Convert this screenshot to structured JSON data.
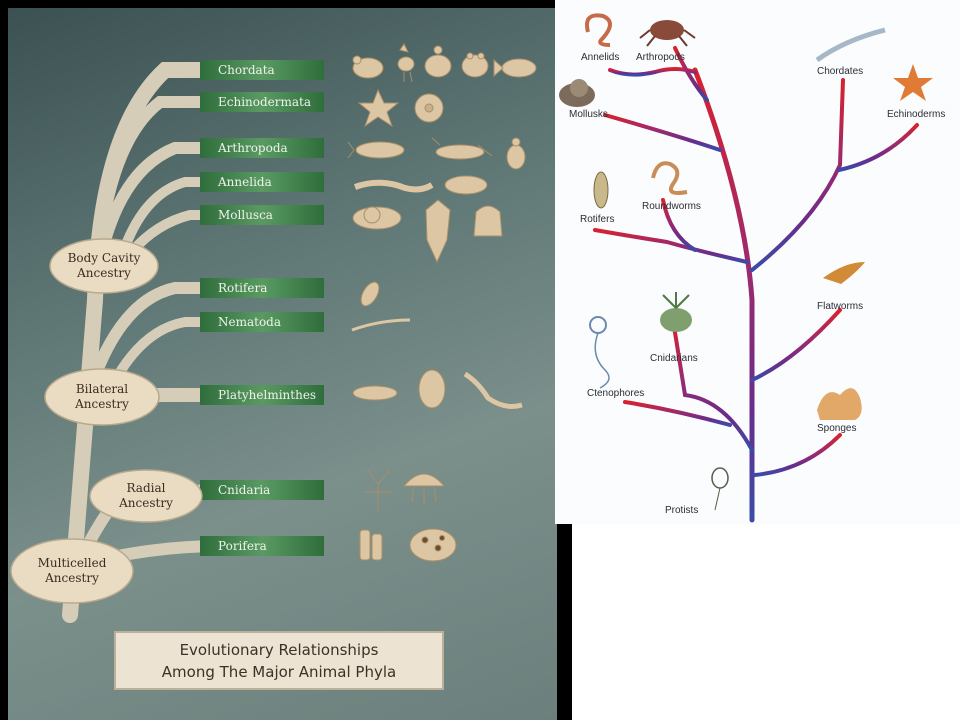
{
  "left": {
    "phyla": [
      "Chordata",
      "Echinodermata",
      "Arthropoda",
      "Annelida",
      "Mollusca",
      "Rotifera",
      "Nematoda",
      "Platyhelminthes",
      "Cnidaria",
      "Porifera"
    ],
    "ancestries": [
      {
        "line1": "Body Cavity",
        "line2": "Ancestry"
      },
      {
        "line1": "Bilateral",
        "line2": "Ancestry"
      },
      {
        "line1": "Radial",
        "line2": "Ancestry"
      },
      {
        "line1": "Multicelled",
        "line2": "Ancestry"
      }
    ],
    "plaque": {
      "line1": "Evolutionary Relationships",
      "line2": "Among The Major Animal Phyla"
    }
  },
  "right": {
    "labels": [
      "Annelids",
      "Arthropods",
      "Chordates",
      "Mollusks",
      "Echinoderms",
      "Rotifers",
      "Roundworms",
      "Flatworms",
      "Cnidarians",
      "Ctenophores",
      "Sponges",
      "Protists"
    ]
  },
  "colors": {
    "branch": "#d6cdb9",
    "label_band": "#4f8c58",
    "oval": "#e9dcc3",
    "tree_top": "#d8222e",
    "tree_mid": "#8e2a7a",
    "tree_base": "#3a4ca8"
  }
}
